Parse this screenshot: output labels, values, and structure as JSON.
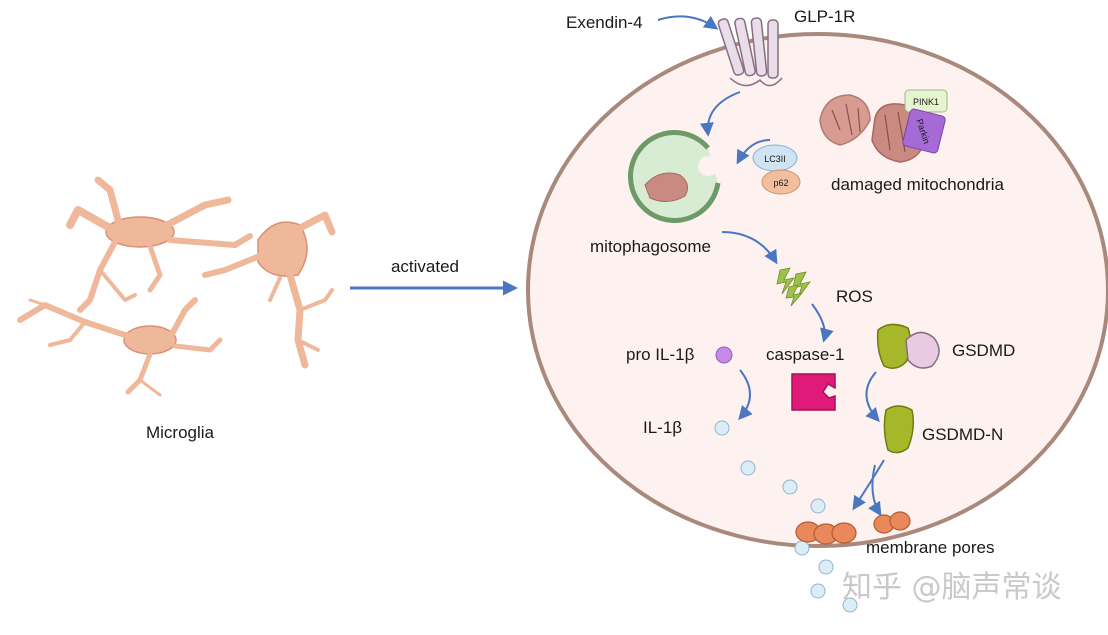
{
  "labels": {
    "microglia": "Microglia",
    "activated": "activated",
    "exendin": "Exendin-4",
    "glp1r": "GLP-1R",
    "pink1": "PINK1",
    "parkin": "Parkin",
    "lc3ii": "LC3II",
    "p62": "p62",
    "damaged_mito": "damaged mitochondria",
    "mitophagosome": "mitophagosome",
    "ros": "ROS",
    "pro_il1b": "pro IL-1β",
    "caspase1": "caspase-1",
    "gsdmd": "GSDMD",
    "il1b": "IL-1β",
    "gsdmd_n": "GSDMD-N",
    "membrane_pores": "membrane pores"
  },
  "watermark": "知乎 @脑声常谈",
  "colors": {
    "microglia_fill": "#f0b89a",
    "microglia_stroke": "#d98f72",
    "cell_fill": "#fdf2ef",
    "cell_stroke": "#a9897c",
    "arrow_blue": "#4a77c0",
    "mito": "#c98a82",
    "pink1": "#e6f5cf",
    "parkin": "#a66ad6",
    "lc3ii": "#cfe3f3",
    "p62": "#f2bf9e",
    "mitophagosome": "#d8ecd3",
    "ros_bolt": "#9dc24a",
    "caspase": "#e01a79",
    "gsdmd": "#a6b82a",
    "gsdmd_partner": "#e8cbe0",
    "pro_il1b": "#c68ae8",
    "il1b": "#dcedf6",
    "pore": "#e9885a"
  }
}
